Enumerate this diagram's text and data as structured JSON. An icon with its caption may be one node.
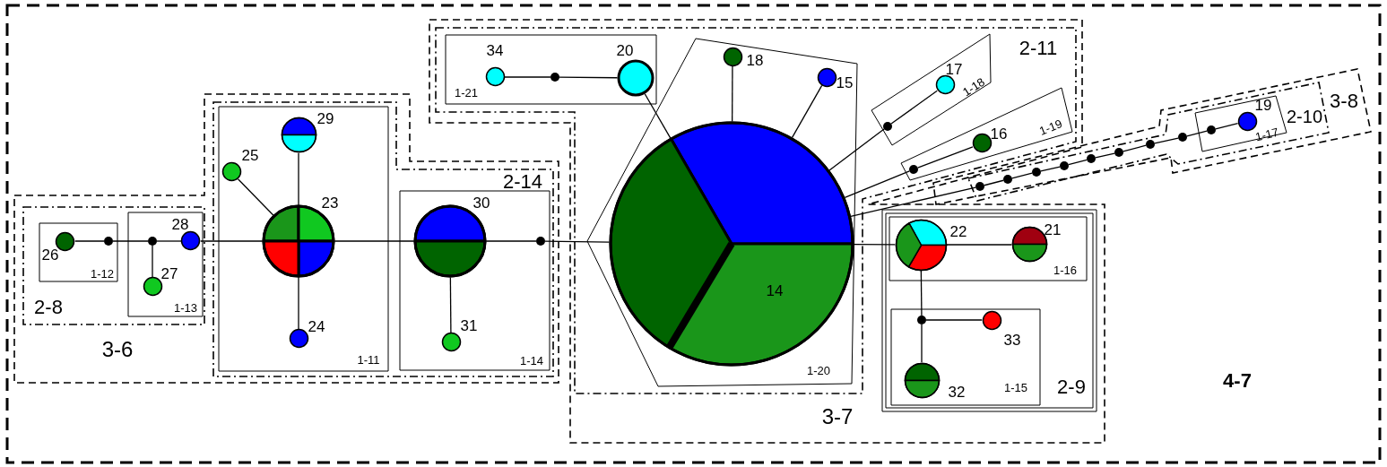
{
  "diagram": {
    "nodes": [
      {
        "text": [
          "4-7"
        ]
      },
      {
        "text": [
          "3-6"
        ],
        "in": 0
      },
      {
        "text": [
          "2-8"
        ],
        "in": 1
      },
      {
        "text": [
          "1-12"
        ],
        "in": 2
      },
      {
        "text": [
          "26"
        ],
        "in": 3
      },
      {
        "text": [],
        "shape": "circle",
        "in": 3
      },
      {
        "text": [
          "1-13"
        ],
        "in": 2
      },
      {
        "text": [],
        "shape": "circle",
        "in": 6
      },
      {
        "text": [
          "28"
        ],
        "in": 6
      },
      {
        "text": [
          "27"
        ],
        "in": 6
      },
      {
        "text": [
          "2-14"
        ],
        "in": 1
      },
      {
        "text": [
          "1-11"
        ],
        "in": 10
      },
      {
        "text": [
          "29"
        ],
        "in": 11
      },
      {
        "text": [
          "25"
        ],
        "in": 11
      },
      {
        "text": [
          "23"
        ],
        "in": 11
      },
      {
        "text": [
          "24"
        ],
        "in": 11
      },
      {
        "text": [
          "1-14"
        ],
        "in": 10
      },
      {
        "text": [
          "30"
        ],
        "in": 16
      },
      {
        "text": [],
        "shape": "circle",
        "in": 16
      },
      {
        "text": [
          "31"
        ],
        "in": 16
      },
      {
        "text": [
          "3-7"
        ],
        "in": 0
      },
      {
        "text": [
          "2-11"
        ],
        "in": 20
      },
      {
        "text": [
          "1-21"
        ],
        "in": 21
      },
      {
        "text": [
          "34"
        ],
        "in": 22
      },
      {
        "text": [],
        "shape": "circle",
        "in": 22
      },
      {
        "text": [
          "20"
        ],
        "in": 22
      },
      {
        "text": [
          "1-20"
        ],
        "in": 21
      },
      {
        "text": [
          "18"
        ],
        "in": 26
      },
      {
        "text": [
          "15"
        ],
        "in": 26
      },
      {
        "text": [
          "14"
        ],
        "in": 26
      },
      {
        "text": [
          "1-18"
        ],
        "in": 21
      },
      {
        "text": [],
        "shape": "circle",
        "in": 30
      },
      {
        "text": [
          "17"
        ],
        "in": 30
      },
      {
        "text": [
          "1-19"
        ],
        "in": 21
      },
      {
        "text": [],
        "shape": "circle",
        "in": 33
      },
      {
        "text": [
          "16"
        ],
        "in": 33
      },
      {
        "text": [
          "2-9"
        ],
        "in": 20
      },
      {
        "text": [
          "1-16"
        ],
        "in": 36
      },
      {
        "text": [
          "22"
        ],
        "in": 37
      },
      {
        "text": [
          "21"
        ],
        "in": 37
      },
      {
        "text": [
          "1-15"
        ],
        "in": 36
      },
      {
        "text": [],
        "shape": "circle",
        "in": 40
      },
      {
        "text": [
          "33"
        ],
        "in": 40
      },
      {
        "text": [
          "32"
        ],
        "in": 40
      },
      {
        "text": [
          "3-8"
        ],
        "in": 0
      },
      {
        "text": [
          "2-10"
        ],
        "in": 44
      },
      {
        "text": [],
        "shape": "circle",
        "in": 45
      },
      {
        "text": [],
        "shape": "circle",
        "in": 45
      },
      {
        "text": [],
        "shape": "circle",
        "in": 45
      },
      {
        "text": [],
        "shape": "circle",
        "in": 45
      },
      {
        "text": [],
        "shape": "circle",
        "in": 45
      },
      {
        "text": [],
        "shape": "circle",
        "in": 45
      },
      {
        "text": [],
        "shape": "circle",
        "in": 45
      },
      {
        "text": [],
        "shape": "circle",
        "in": 45
      },
      {
        "text": [
          "1-17"
        ],
        "in": 45
      },
      {
        "text": [],
        "shape": "circle",
        "in": 54
      },
      {
        "text": [
          "19"
        ],
        "in": 54
      }
    ],
    "edges": [
      {
        "from": 4,
        "to": 5,
        "arrow": "none"
      },
      {
        "from": 5,
        "to": 7,
        "arrow": "none"
      },
      {
        "from": 7,
        "to": 8,
        "arrow": "none"
      },
      {
        "from": 7,
        "to": 9,
        "arrow": "none"
      },
      {
        "from": 8,
        "to": 14,
        "arrow": "none"
      },
      {
        "from": 14,
        "to": 13,
        "arrow": "none"
      },
      {
        "from": 14,
        "to": 12,
        "arrow": "none"
      },
      {
        "from": 14,
        "to": 15,
        "arrow": "none"
      },
      {
        "from": 14,
        "to": 17,
        "arrow": "none"
      },
      {
        "from": 17,
        "to": 19,
        "arrow": "none"
      },
      {
        "from": 17,
        "to": 18,
        "arrow": "none"
      },
      {
        "from": 18,
        "to": 29,
        "arrow": "none"
      },
      {
        "from": 23,
        "to": 24,
        "arrow": "none"
      },
      {
        "from": 24,
        "to": 25,
        "arrow": "none"
      },
      {
        "from": 25,
        "to": 29,
        "arrow": "none"
      },
      {
        "from": 29,
        "to": 27,
        "arrow": "none"
      },
      {
        "from": 29,
        "to": 28,
        "arrow": "none"
      },
      {
        "from": 29,
        "to": 31,
        "arrow": "none"
      },
      {
        "from": 31,
        "to": 32,
        "arrow": "none"
      },
      {
        "from": 29,
        "to": 34,
        "arrow": "none"
      },
      {
        "from": 34,
        "to": 35,
        "arrow": "none"
      },
      {
        "from": 29,
        "to": 46,
        "arrow": "none"
      },
      {
        "from": 46,
        "to": 47,
        "arrow": "none"
      },
      {
        "from": 47,
        "to": 48,
        "arrow": "none"
      },
      {
        "from": 48,
        "to": 49,
        "arrow": "none"
      },
      {
        "from": 49,
        "to": 50,
        "arrow": "none"
      },
      {
        "from": 50,
        "to": 51,
        "arrow": "none"
      },
      {
        "from": 51,
        "to": 52,
        "arrow": "none"
      },
      {
        "from": 52,
        "to": 53,
        "arrow": "none"
      },
      {
        "from": 53,
        "to": 55,
        "arrow": "none"
      },
      {
        "from": 55,
        "to": 56,
        "arrow": "none"
      },
      {
        "from": 29,
        "to": 38,
        "arrow": "none"
      },
      {
        "from": 38,
        "to": 39,
        "arrow": "none"
      },
      {
        "from": 38,
        "to": 41,
        "arrow": "none"
      },
      {
        "from": 41,
        "to": 42,
        "arrow": "none"
      },
      {
        "from": 41,
        "to": 43,
        "arrow": "none"
      }
    ]
  }
}
